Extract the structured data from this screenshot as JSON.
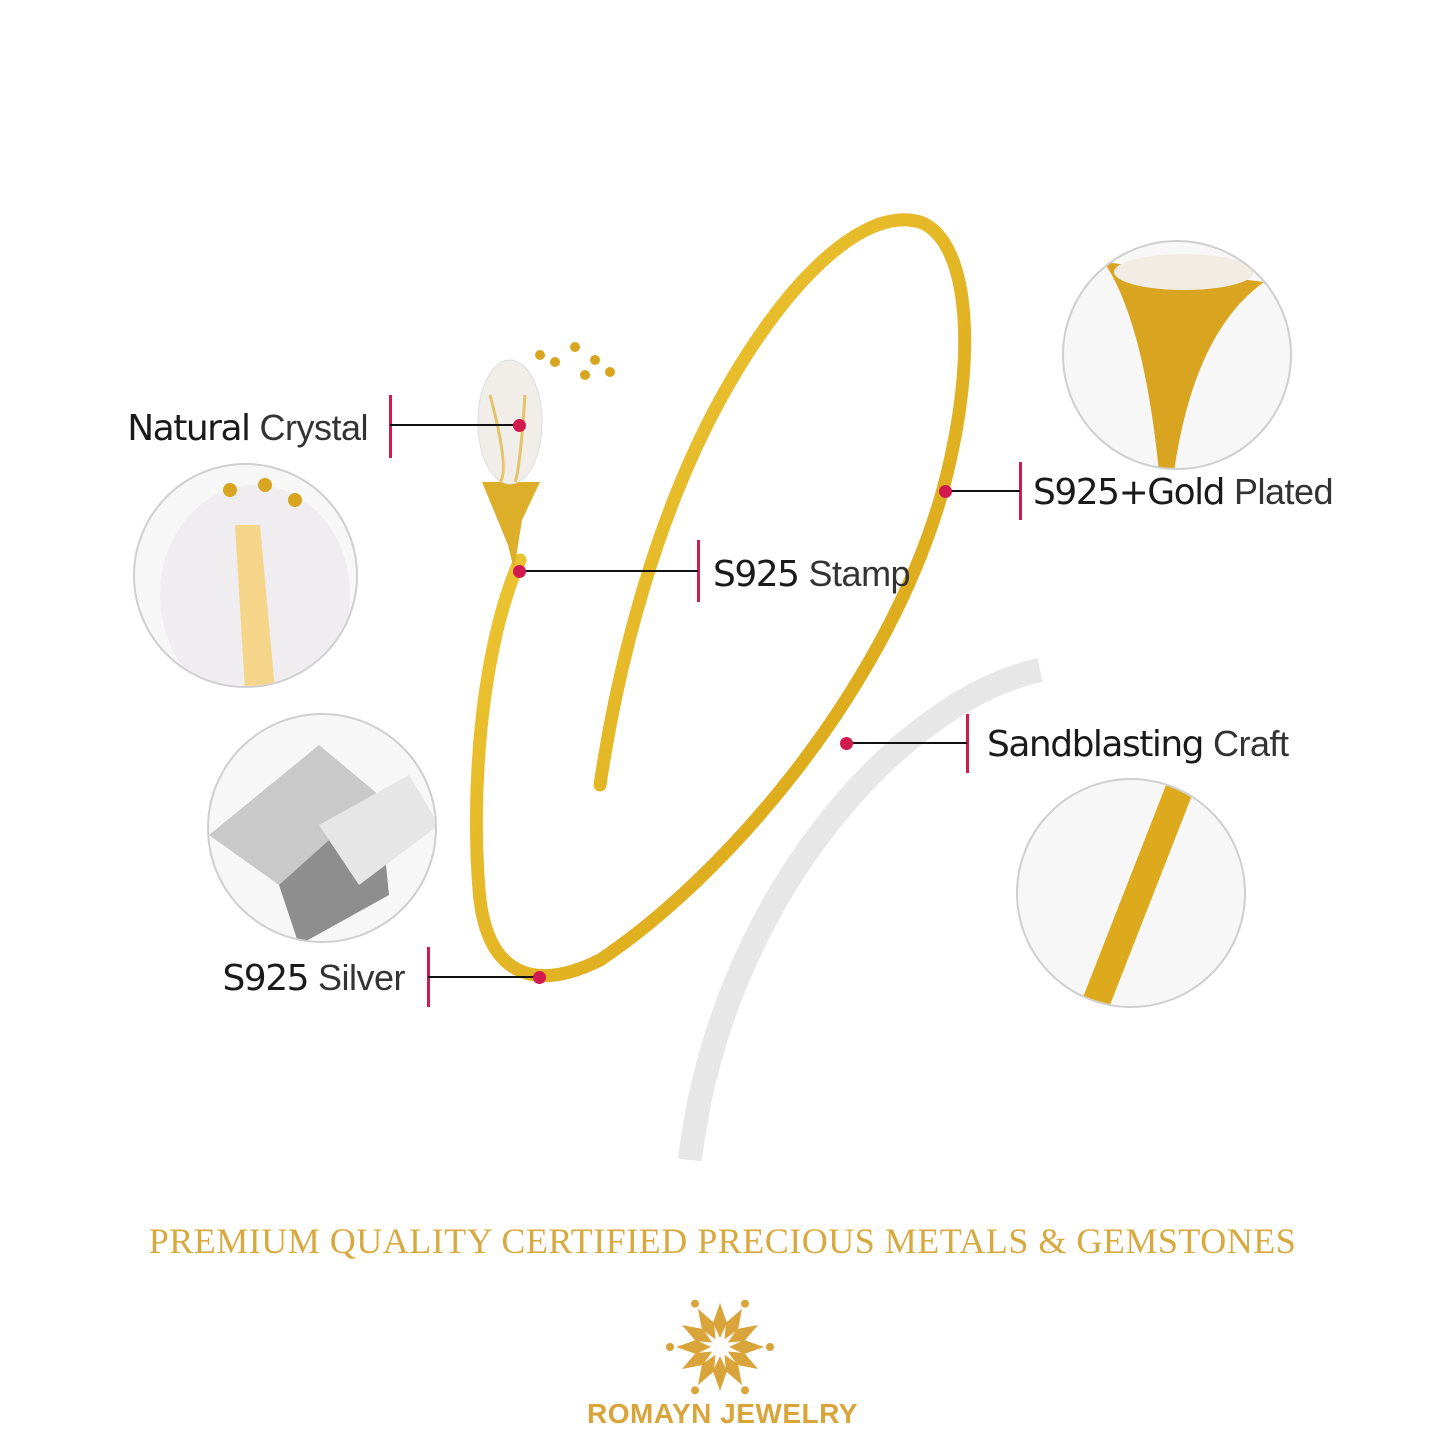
{
  "callouts": {
    "natural_crystal": {
      "bold": "Natural",
      "light": "Crystal"
    },
    "s925_stamp": {
      "bold": "S925",
      "light": "Stamp"
    },
    "gold_plated": {
      "bold": "S925+Gold",
      "light": "Plated"
    },
    "sandblasting": {
      "bold": "Sandblasting",
      "light": "Craft"
    },
    "s925_silver": {
      "bold": "S925",
      "light": "Silver"
    }
  },
  "banner": "PREMIUM QUALITY CERTIFIED PRECIOUS METALS & GEMSTONES",
  "brand": {
    "name": "ROMAYN JEWELRY"
  },
  "colors": {
    "gold": "#d9a43a",
    "accent": "#d11a4e",
    "metal": "#e2b41f"
  }
}
